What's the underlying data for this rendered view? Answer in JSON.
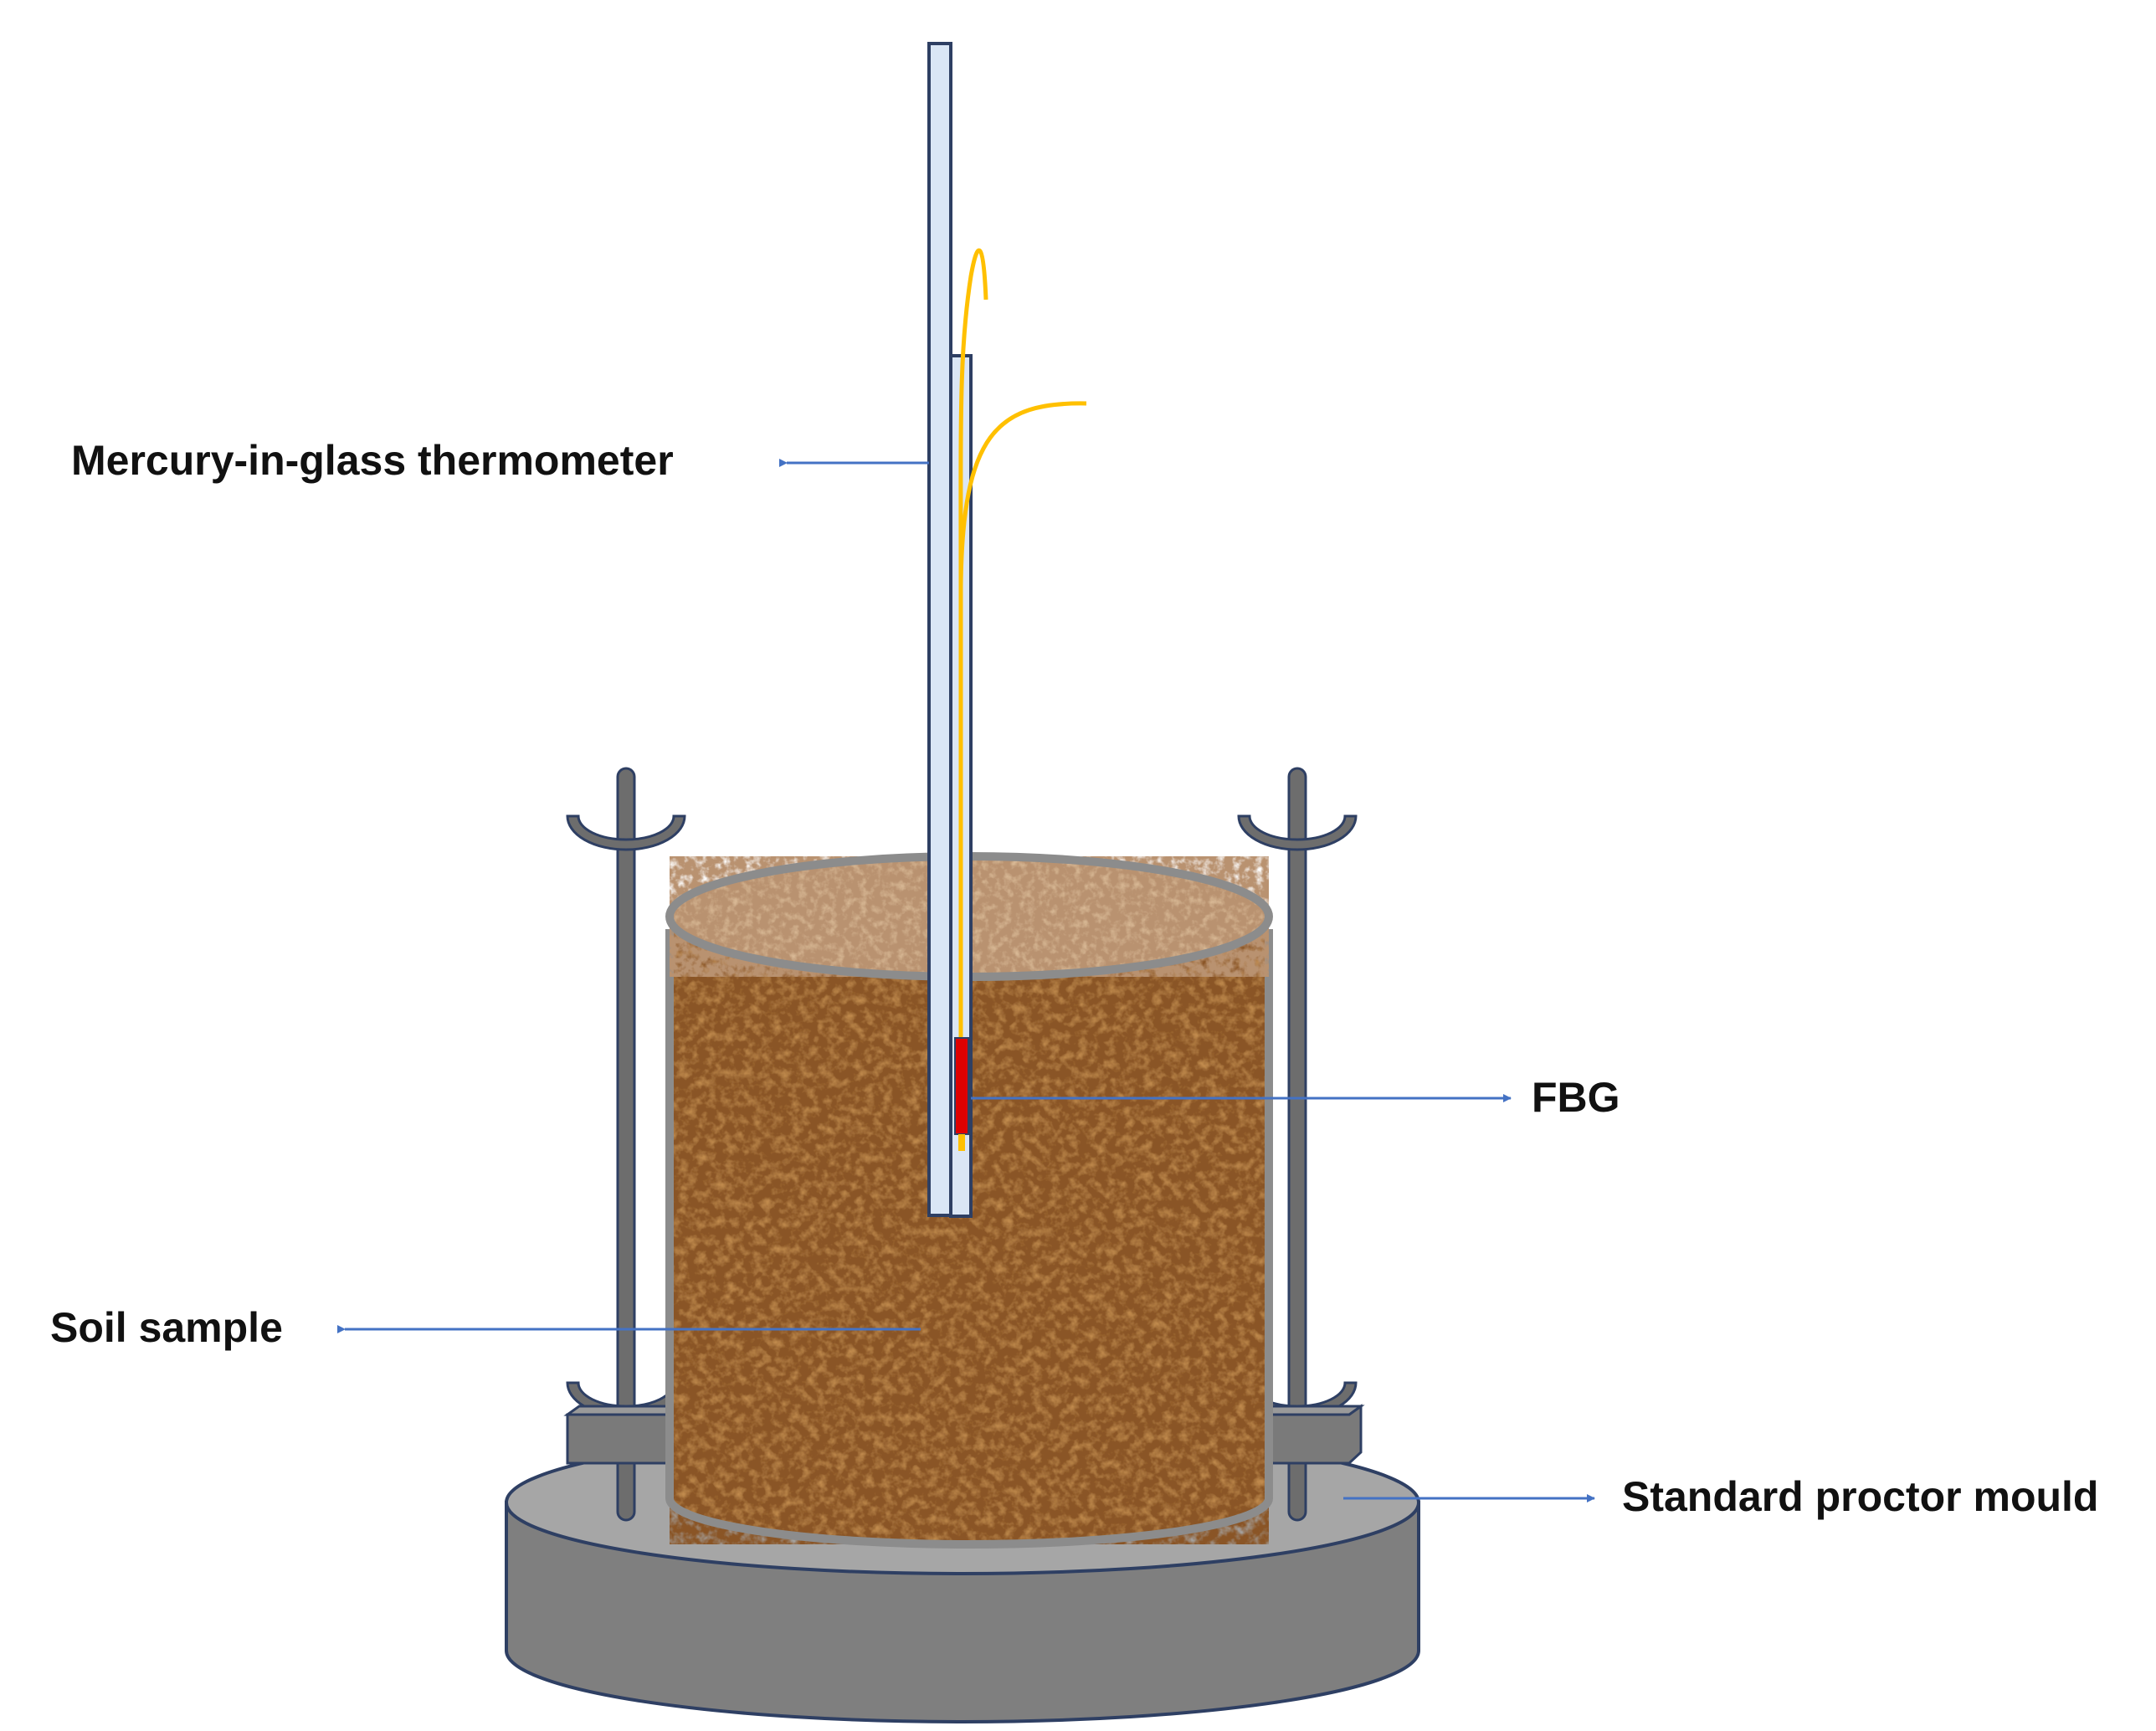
{
  "labels": {
    "thermometer": "Mercury-in-glass thermometer",
    "fbg": "FBG",
    "soil": "Soil sample",
    "mould": "Standard proctor mould"
  },
  "colors": {
    "background": "#ffffff",
    "arrow": "#4472c4",
    "soil_base": "#c08a4e",
    "soil_top": "#d8b894",
    "mould_side": "#7f7f7f",
    "mould_top": "#a6a6a6",
    "outline": "#2e3f63",
    "rod": "#6d6d6d",
    "glass": "#dae6f5",
    "fiber": "#ffc000",
    "fbg_grating": "#e00000"
  }
}
